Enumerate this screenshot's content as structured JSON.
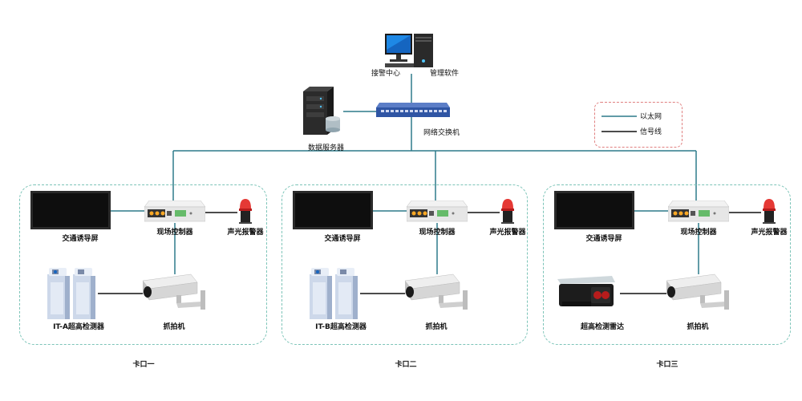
{
  "center": {
    "alarm_center_label": "接警中心",
    "management_software_label": "管理软件",
    "switch_label": "网络交换机",
    "db_server_label": "数据服务器"
  },
  "legend": {
    "ethernet_label": "以太网",
    "signal_label": "信号线",
    "ethernet_color": "#2d7a8a",
    "signal_color": "#111111"
  },
  "checkpoints": [
    {
      "name": "卡口一",
      "screen_label": "交通诱导屏",
      "controller_label": "现场控制器",
      "alarm_label": "声光报警器",
      "detector_label": "IT-A超高检测器",
      "camera_label": "抓拍机"
    },
    {
      "name": "卡口二",
      "screen_label": "交通诱导屏",
      "controller_label": "现场控制器",
      "alarm_label": "声光报警器",
      "detector_label": "IT-B超高检测器",
      "camera_label": "抓拍机"
    },
    {
      "name": "卡口三",
      "screen_label": "交通诱导屏",
      "controller_label": "现场控制器",
      "alarm_label": "声光报警器",
      "detector_label": "超高检测雷达",
      "camera_label": "抓拍机"
    }
  ]
}
